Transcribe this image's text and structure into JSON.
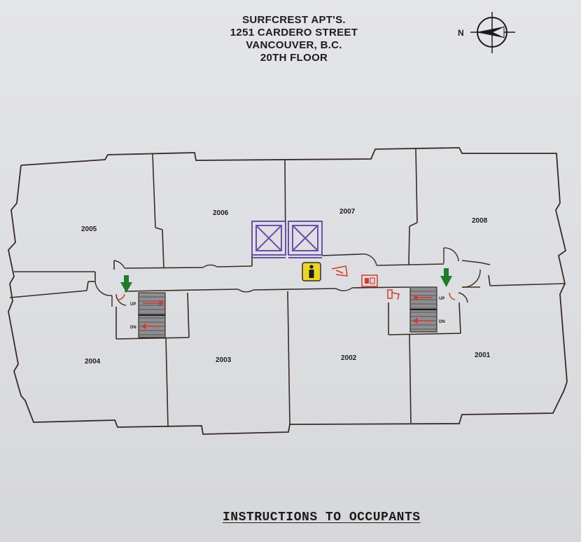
{
  "header": {
    "line1": "SURFCREST APT'S.",
    "line2": "1251 CARDERO STREET",
    "line3": "VANCOUVER, B.C.",
    "line4": "20TH FLOOR"
  },
  "compass": {
    "north_label": "N"
  },
  "units": {
    "u2001": "2001",
    "u2002": "2002",
    "u2003": "2003",
    "u2004": "2004",
    "u2005": "2005",
    "u2006": "2006",
    "u2007": "2007",
    "u2008": "2008"
  },
  "stairs": {
    "west_up": "UP",
    "west_dn": "DN",
    "east_up": "UP",
    "east_dn": "DN"
  },
  "colors": {
    "walls": "#3a2a22",
    "elevator": "#6a4fa8",
    "exit_arrow": "#1f7a2a",
    "fire_equipment": "#d23a2a",
    "you_are_here": "#e8d42a"
  },
  "footer": {
    "title": "INSTRUCTIONS TO OCCUPANTS"
  }
}
